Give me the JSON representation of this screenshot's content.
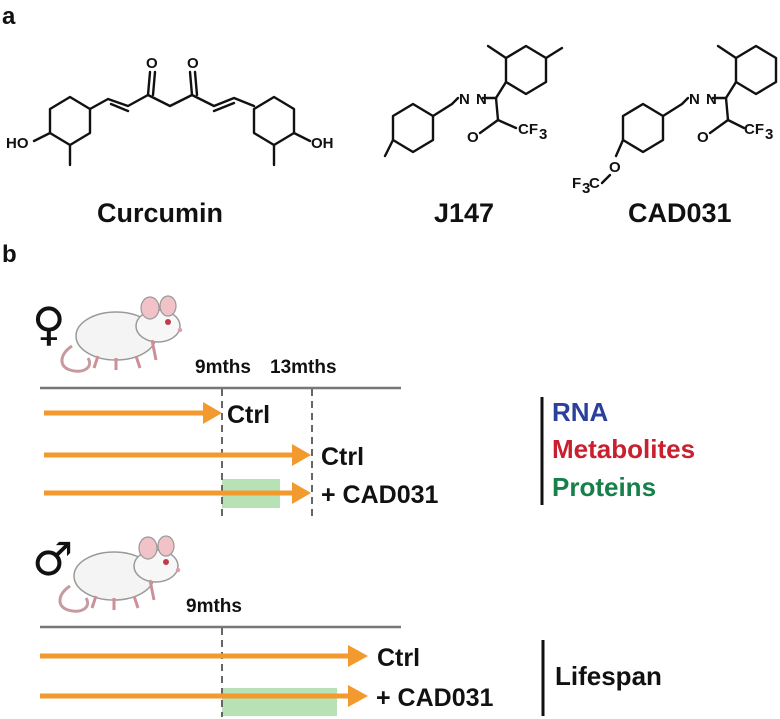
{
  "panel_a": {
    "letter": "a",
    "compounds": [
      {
        "name": "Curcumin",
        "atoms": [
          "O",
          "O",
          "HO",
          "OH"
        ]
      },
      {
        "name": "J147",
        "atoms": [
          "N",
          "N",
          "O",
          "CF",
          "3"
        ]
      },
      {
        "name": "CAD031",
        "atoms": [
          "N",
          "N",
          "O",
          "CF",
          "3",
          "F",
          "3",
          "C",
          "O"
        ]
      }
    ]
  },
  "panel_b": {
    "letter": "b",
    "female": {
      "symbol": "♀",
      "time_labels": [
        "9mths",
        "13mths"
      ],
      "groups": [
        "Ctrl",
        "Ctrl",
        "+ CAD031"
      ],
      "readouts": [
        {
          "text": "RNA",
          "color": "#2b3f9c"
        },
        {
          "text": "Metabolites",
          "color": "#c8202f"
        },
        {
          "text": "Proteins",
          "color": "#16804a"
        }
      ]
    },
    "male": {
      "symbol": "♂",
      "time_labels": [
        "9mths"
      ],
      "groups": [
        "Ctrl",
        "+ CAD031"
      ],
      "readouts": [
        {
          "text": "Lifespan",
          "color": "#111111"
        }
      ]
    }
  },
  "colors": {
    "arrow": "#f29a2e",
    "treatment": "#b6e2b6",
    "axis": "#777777",
    "dashed": "#666666"
  }
}
